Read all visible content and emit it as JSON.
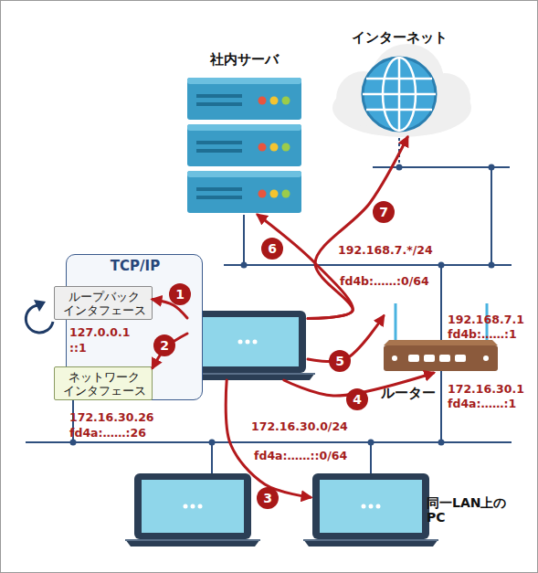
{
  "diagram": {
    "nodes": [
      {
        "text": [
          "社内サーバ"
        ]
      },
      {
        "text": [
          "インターネット"
        ]
      },
      {
        "text": [
          "TCP/IP"
        ]
      },
      {
        "text": [
          "ループバック インタフェース"
        ],
        "in": 2
      },
      {
        "text": [
          "ネットワーク インタフェース"
        ],
        "in": 2
      },
      {},
      {
        "text": [
          "ルーター"
        ]
      },
      {
        "text": [
          "同一LAN上の PC"
        ]
      }
    ],
    "edges": [
      {
        "from": 5,
        "to": 3,
        "label": "1",
        "arrow": "to"
      },
      {
        "from": 5,
        "to": 4,
        "label": "2",
        "arrow": "to"
      },
      {
        "from": 5,
        "to": 7,
        "label": "3",
        "arrow": "to"
      },
      {
        "from": 5,
        "to": 6,
        "label": "4",
        "arrow": "to"
      },
      {
        "from": 5,
        "to": 6,
        "label": "5",
        "arrow": "to"
      },
      {
        "from": 5,
        "to": 0,
        "label": "6",
        "arrow": "to"
      },
      {
        "from": 5,
        "to": 1,
        "label": "7",
        "arrow": "to"
      }
    ],
    "labels": [
      "127.0.0.1",
      "::1",
      "172.16.30.26",
      "fd4a:……:26",
      "192.168.7.*/24",
      "fd4b:……:0/64",
      "192.168.7.1",
      "fd4b:……:1",
      "172.16.30.1",
      "fd4a:……:1",
      "172.16.30.0/24",
      "fd4a:……::0/64"
    ]
  }
}
